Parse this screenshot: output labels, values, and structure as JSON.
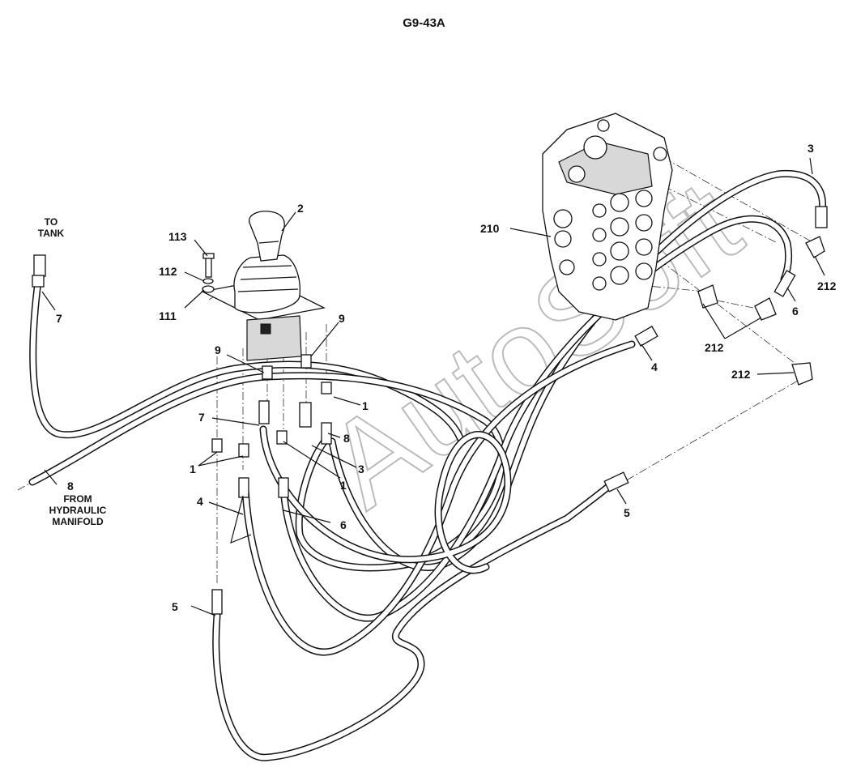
{
  "title": "G9-43A",
  "watermark_text": "AutoSoft",
  "notes": {
    "to_tank": [
      "TO",
      "TANK"
    ],
    "from_manifold": [
      "FROM",
      "HYDRAULIC",
      "MANIFOLD"
    ]
  },
  "callouts": {
    "c2": "2",
    "c113": "113",
    "c112": "112",
    "c111": "111",
    "c9_right": "9",
    "c9_left": "9",
    "c7_left": "7",
    "c7_mid": "7",
    "c1_right": "1",
    "c8_mid": "8",
    "c1_left": "1",
    "c3_mid": "3",
    "c1_mid": "1",
    "c8_left": "8",
    "c4_left": "4",
    "c6_mid": "6",
    "c5_left": "5",
    "c210": "210",
    "c3_right": "3",
    "c212_a": "212",
    "c6_right": "6",
    "c212_b": "212",
    "c4_right": "4",
    "c212_c": "212",
    "c5_right": "5"
  }
}
